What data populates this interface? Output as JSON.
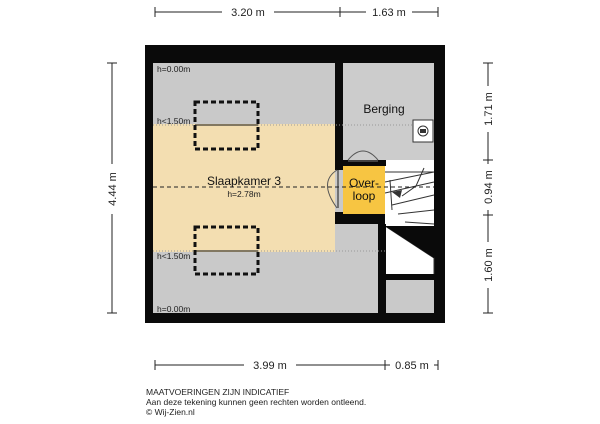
{
  "dimensions": {
    "top_left": "3.20 m",
    "top_right": "1.63 m",
    "left": "4.44 m",
    "right_top": "1.71 m",
    "right_middle": "0.94 m",
    "right_bottom": "1.60 m",
    "bottom_left": "3.99 m",
    "bottom_right": "0.85 m"
  },
  "rooms": {
    "bedroom": "Slaapkamer 3",
    "bedroom_height": "h=2.78m",
    "storage": "Berging",
    "landing_line1": "Over-",
    "landing_line2": "loop"
  },
  "height_notes": {
    "top": "h=0.00m",
    "upper_slope": "h<1.50m",
    "lower_slope": "h<1.50m",
    "bottom": "h=0.00m"
  },
  "footer": {
    "line1": "MAATVOERINGEN ZIJN INDICATIEF",
    "line2": "Aan deze tekening kunnen geen rechten worden ontleend.",
    "line3": "© Wij-Zien.nl"
  },
  "colors": {
    "wall": "#0a0a0a",
    "low_area": "#c9c9c9",
    "bedroom_floor": "#f3deb1",
    "landing_floor": "#f7c542",
    "storage_floor": "#cccccc"
  }
}
